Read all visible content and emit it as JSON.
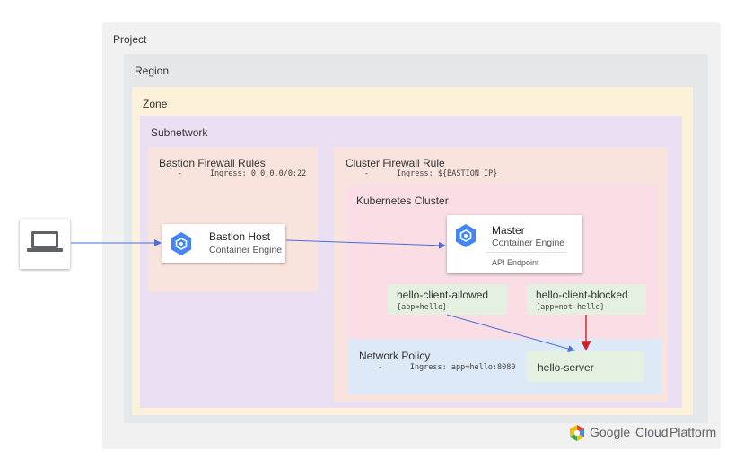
{
  "project": {
    "label": "Project"
  },
  "region": {
    "label": "Region"
  },
  "zone": {
    "label": "Zone"
  },
  "subnetwork": {
    "label": "Subnetwork"
  },
  "bastion_fw": {
    "title": "Bastion Firewall Rules",
    "rule": "-      Ingress: 0.0.0.0/0:22"
  },
  "cluster_fw": {
    "title": "Cluster Firewall Rule",
    "rule": "-      Ingress: ${BASTION_IP}"
  },
  "k8s": {
    "title": "Kubernetes Cluster"
  },
  "bastion_host": {
    "name": "Bastion Host",
    "sub": "Container Engine"
  },
  "master": {
    "name": "Master",
    "sub": "Container Engine",
    "endpoint": "API  Endpoint"
  },
  "pods": [
    {
      "name": "hello-client-allowed",
      "label": "{app=hello}"
    },
    {
      "name": "hello-client-blocked",
      "label": "{app=not-hello}"
    }
  ],
  "network_policy": {
    "title": "Network Policy",
    "rule": "-      Ingress: app=hello:8080"
  },
  "server": {
    "name": "hello-server"
  },
  "brand": {
    "google": "Google",
    "cloud": "Cloud",
    "platform": "Platform"
  },
  "colors": {
    "project_bg": "#f1f1f1",
    "region_bg": "#e5e8eb",
    "zone_bg": "#fdf1d9",
    "subnet_bg": "#ebe0f3",
    "fw_bg": "#f9e3dd",
    "k8s_bg": "#fbdde6",
    "policy_bg": "#dde9f7",
    "pod_bg": "#e4f1e0",
    "blue_arrow": "#4a6fd8",
    "red_arrow": "#d21f1f",
    "engine_blue": "#4285f4"
  }
}
